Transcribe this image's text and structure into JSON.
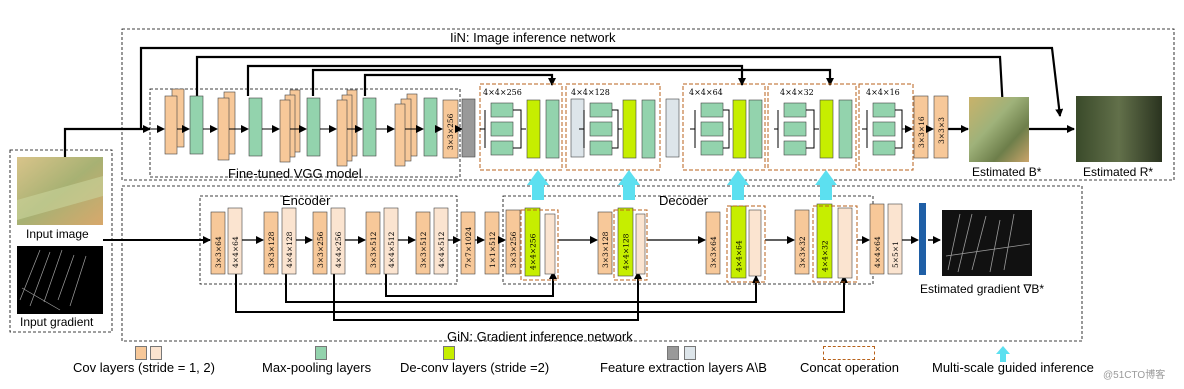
{
  "iin_title": "IiN: Image inference network",
  "gin_title": "GiN: Gradient inference network",
  "vgg_label": "Fine-tuned VGG model",
  "encoder_label": "Encoder",
  "decoder_label": "Decoder",
  "input_image_label": "Input image",
  "input_gradient_label": "Input gradient",
  "estimated_b_label": "Estimated B*",
  "estimated_r_label": "Estimated R*",
  "estimated_gradient_label": "Estimated gradient ∇B*",
  "iin_layers": {
    "vgg_last": "3×3×256",
    "concat1": "4×4×256",
    "concat2": "4×4×128",
    "concat3": "4×4×64",
    "concat4": "4×4×32",
    "concat5": "4×4×16",
    "out1": "3×3×16",
    "out2": "3×3×3"
  },
  "gin_layers": [
    "3×3×64",
    "4×4×64",
    "3×3×128",
    "4×4×128",
    "3×3×256",
    "4×4×256",
    "3×3×512",
    "4×4×512",
    "3×3×512",
    "4×4×512",
    "7×7×1024",
    "1×1×512",
    "3×3×256",
    "4×4×256",
    "3×3×128",
    "4×4×128",
    "3×3×64",
    "4×4×64",
    "3×3×32",
    "4×4×32",
    "4×4×64",
    "5×5×1"
  ],
  "legend": {
    "cov": "Cov layers (stride = 1, 2)",
    "maxpool": "Max-pooling layers",
    "deconv": "De-conv layers (stride =2)",
    "feature": "Feature extraction layers A\\B",
    "concat": "Concat operation",
    "guided": "Multi-scale guided inference"
  },
  "watermark": "@51CTO博客",
  "colors": {
    "conv": "#f7c899",
    "conv_light": "#fbe4d0",
    "maxpool": "#93d3ad",
    "deconv": "#c6ee00",
    "feature_dark": "#999999",
    "feature_light": "#dde5ea",
    "concat_border": "#b8621b",
    "guided": "#5ce0f0",
    "gin_output": "#1f5fa6"
  }
}
